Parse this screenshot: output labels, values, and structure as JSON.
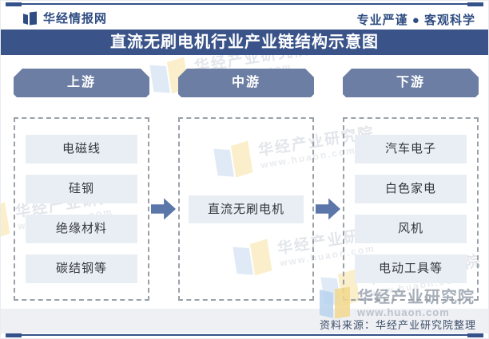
{
  "header": {
    "brand": "华经情报网",
    "slogan": "专业严谨 ● 客观科学"
  },
  "title": "直流无刷电机行业产业链结构示意图",
  "columns": [
    {
      "label": "上游",
      "items": [
        "电磁线",
        "硅钢",
        "绝缘材料",
        "碳结钢等"
      ]
    },
    {
      "label": "中游",
      "items": [
        "直流无刷电机"
      ]
    },
    {
      "label": "下游",
      "items": [
        "汽车电子",
        "白色家电",
        "风机",
        "电动工具等"
      ]
    }
  ],
  "footer": {
    "source": "资料来源：华经产业研究院整理"
  },
  "watermark": {
    "name": "华经产业研究院",
    "url": "www.huaon.com"
  },
  "colors": {
    "navy_accent": "#35518a",
    "title_bar": "#3a5389",
    "brand_text": "#2f4d82",
    "stage_button": "#6c7ea3",
    "arrow": "#5b76a8",
    "item_bg": "#e9edf4",
    "item_text": "#33373d",
    "dashed_border": "#9aa1a9",
    "footer_bg": "#eef0f4",
    "footer_text": "#3d4e69",
    "watermark_blue": "#b9d3ee",
    "watermark_yellow": "#f2d98e"
  }
}
